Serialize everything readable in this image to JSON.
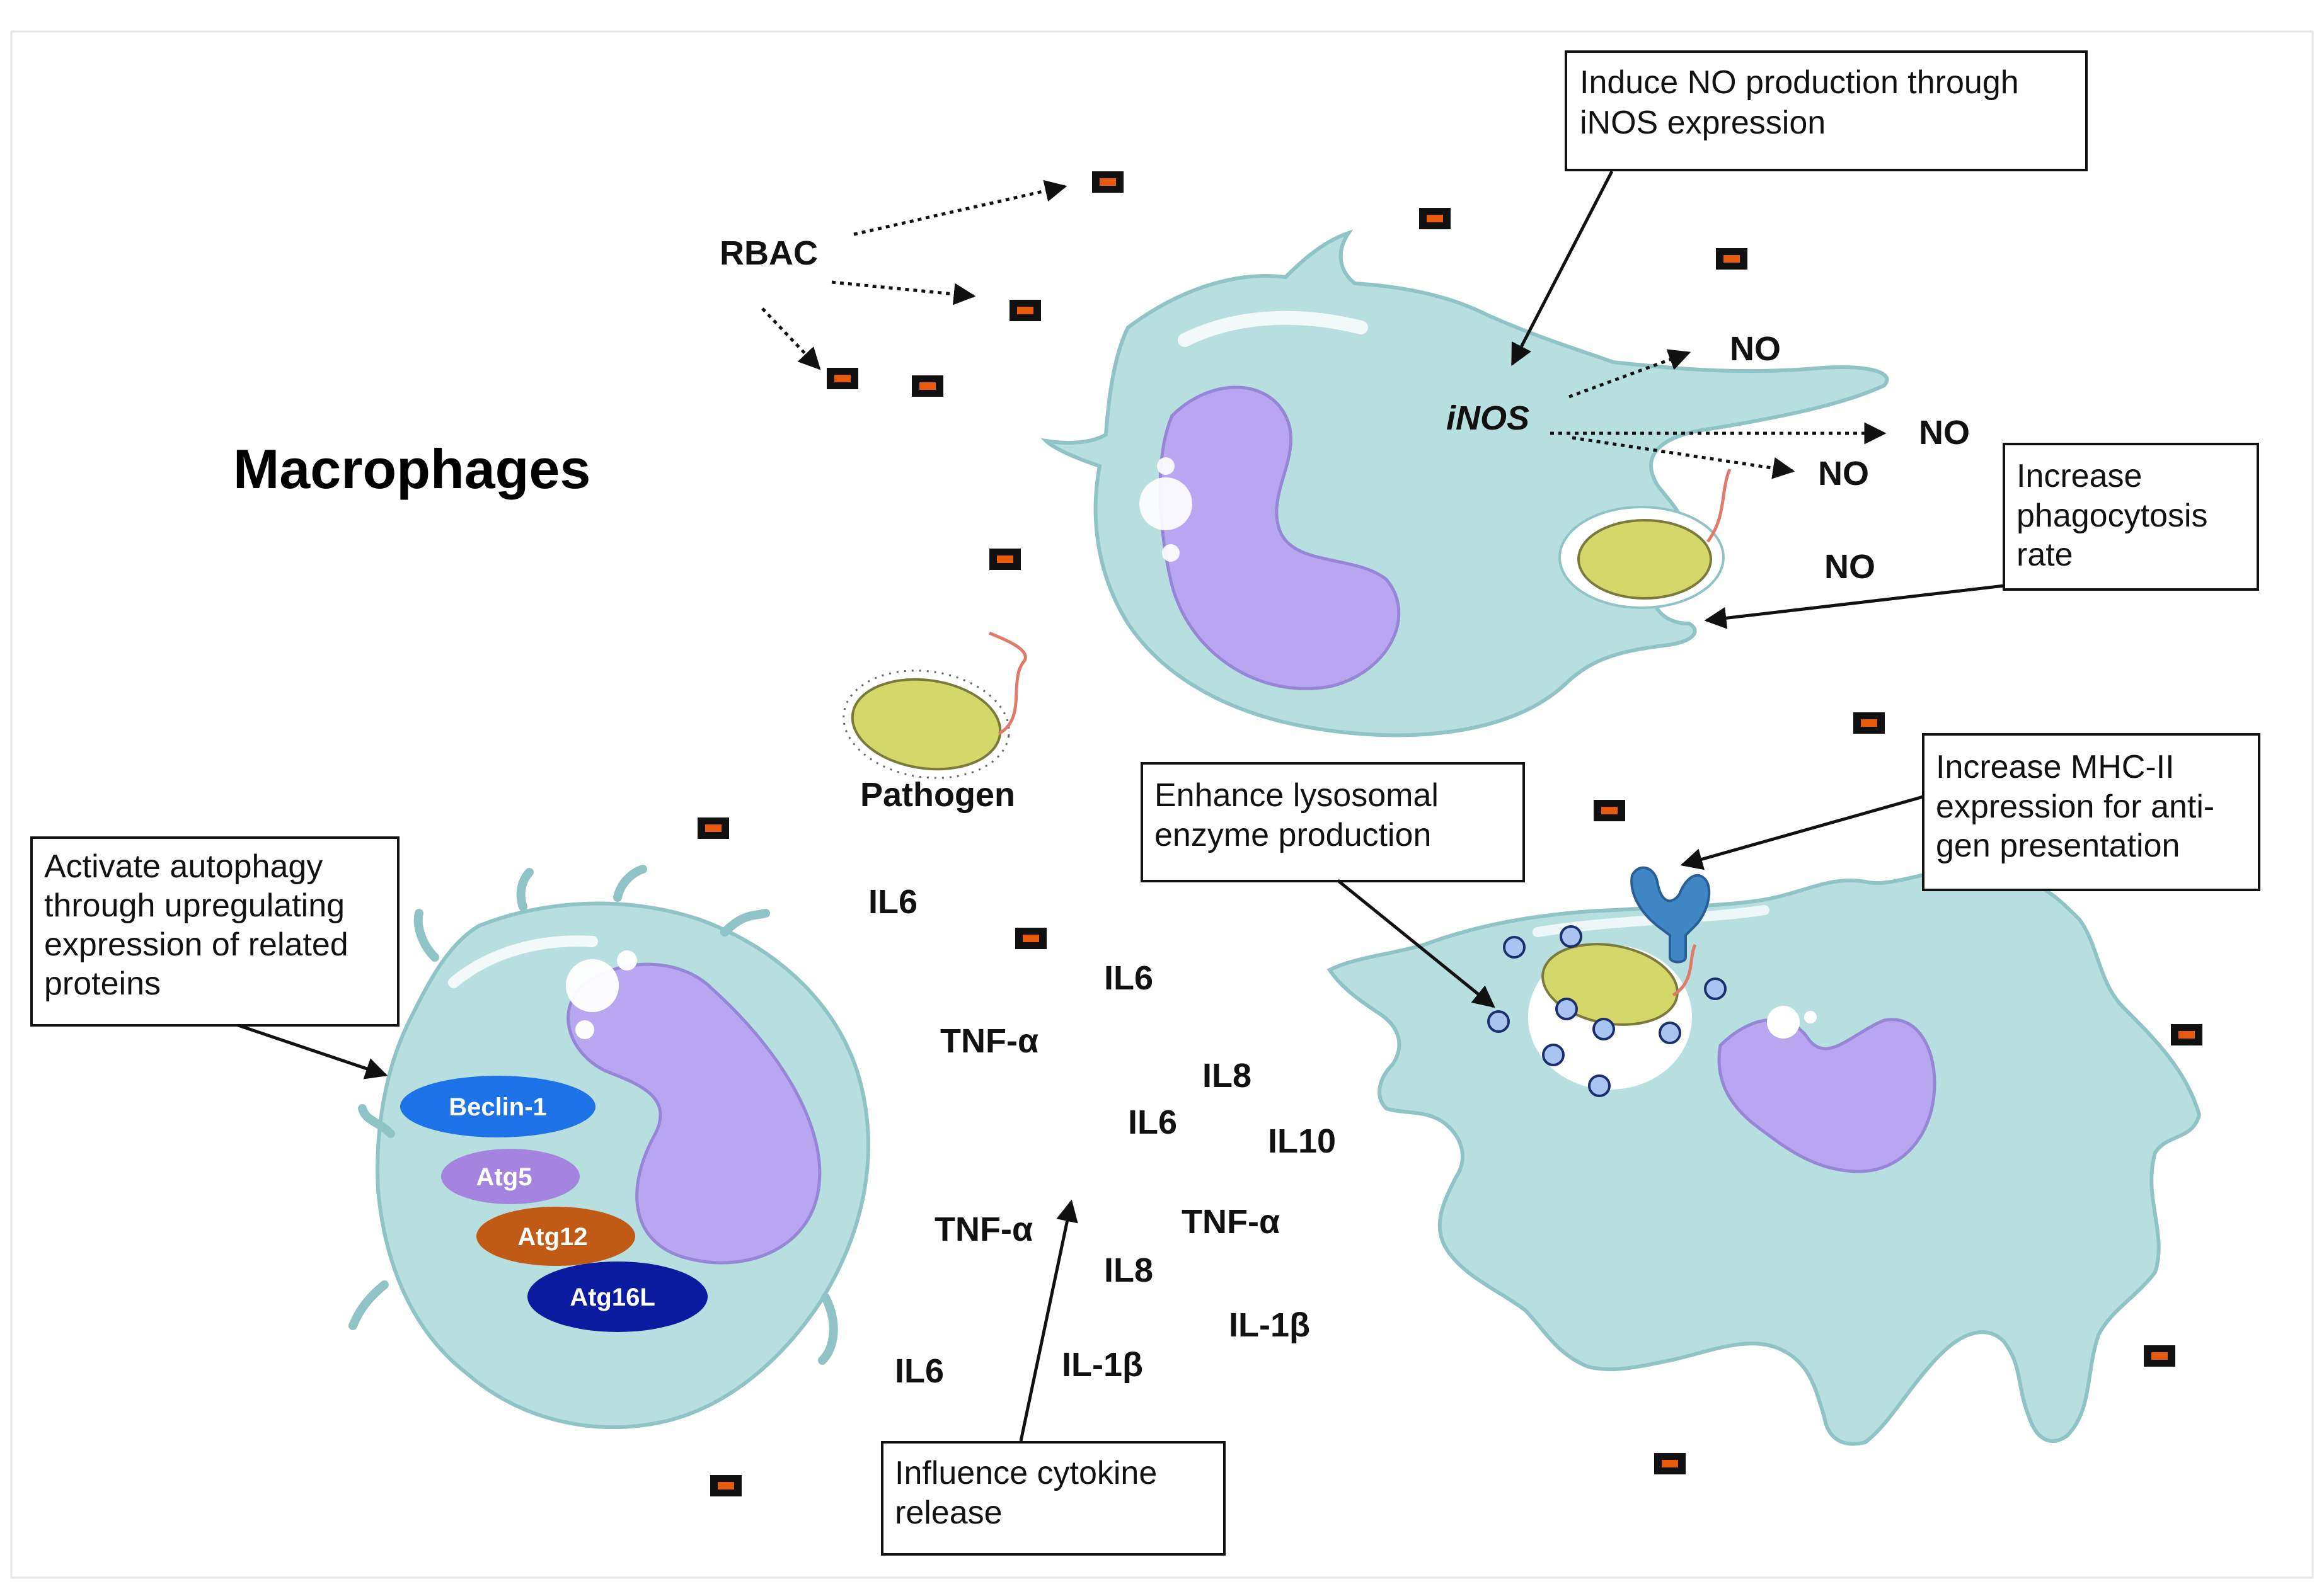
{
  "title": "Macrophages",
  "agent": "RBAC",
  "pathogen_label": "Pathogen",
  "inos_label": "iNOS",
  "no_labels": [
    "NO",
    "NO",
    "NO",
    "NO"
  ],
  "cytokines": {
    "il6_a": "IL6",
    "il6_b": "IL6",
    "il6_c": "IL6",
    "il6_d": "IL6",
    "tnf_a": "TNF-α",
    "tnf_b": "TNF-α",
    "tnf_c": "TNF-α",
    "il8_a": "IL8",
    "il8_b": "IL8",
    "il10": "IL10",
    "il1b_a": "IL-1β",
    "il1b_b": "IL-1β"
  },
  "autophagy_proteins": [
    "Beclin-1",
    "Atg5",
    "Atg12",
    "Atg16L"
  ],
  "boxes": {
    "no_production": [
      "Induce NO production through",
      "iNOS expression"
    ],
    "phagocytosis": [
      "Increase",
      "phagocytosis",
      "rate"
    ],
    "mhc": [
      "Increase MHC-II",
      "expression for anti-",
      "gen presentation"
    ],
    "lysosomal": [
      "Enhance lysosomal",
      "enzyme production"
    ],
    "autophagy": [
      "Activate autophagy",
      "through upregulating",
      "expression of related",
      "proteins"
    ],
    "cytokine": [
      "Influence cytokine",
      "release"
    ]
  },
  "colors": {
    "cell_fill": "#b7dfe0",
    "cell_stroke": "#8fc3c6",
    "nucleus": "#b9a6f0",
    "bacterium": "#d4d86a",
    "particle": "#e85a0c",
    "beclin": "#1d72e8",
    "atg5": "#a584e0",
    "atg12": "#c05a14",
    "atg16l": "#0b1a9e",
    "mhc": "#3f86c5",
    "lysosome": "#a9c4f0"
  }
}
